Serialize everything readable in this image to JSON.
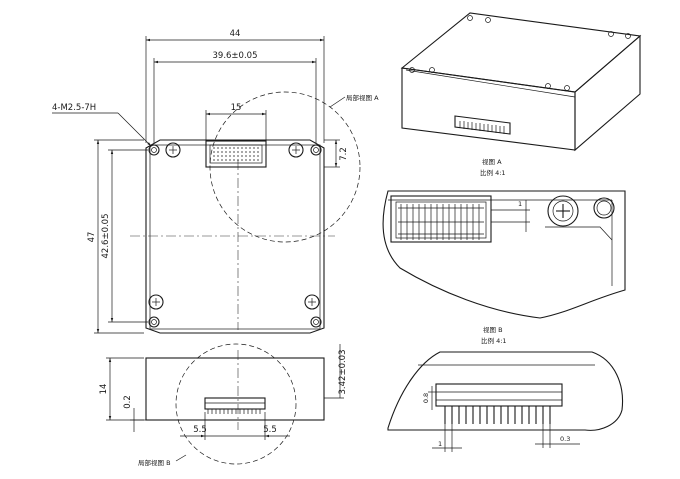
{
  "top_view": {
    "dim_width": "44",
    "dim_hole_spacing": "39.6±0.05",
    "dim_connector": "15",
    "thread_note": "4-M2.5-7H",
    "dim_height": "47",
    "dim_hole_height": "42.6±0.05",
    "dim_offset": "7.2",
    "detail_callout": "局部视图 A"
  },
  "side_view": {
    "dim_thickness": "14",
    "dim_base": "0.2",
    "dim_connector_height": "3.42±0.03",
    "dim_left": "5.5",
    "dim_right": "5.5",
    "detail_callout": "局部视图 B"
  },
  "detail_a": {
    "title": "视图 A",
    "scale": "比例 4:1",
    "dim_pitch": "1"
  },
  "detail_b": {
    "title": "视图 B",
    "scale": "比例 4:1",
    "dim_pin_height": "0.8",
    "dim_pitch": "1",
    "dim_pin_width": "0.3"
  }
}
